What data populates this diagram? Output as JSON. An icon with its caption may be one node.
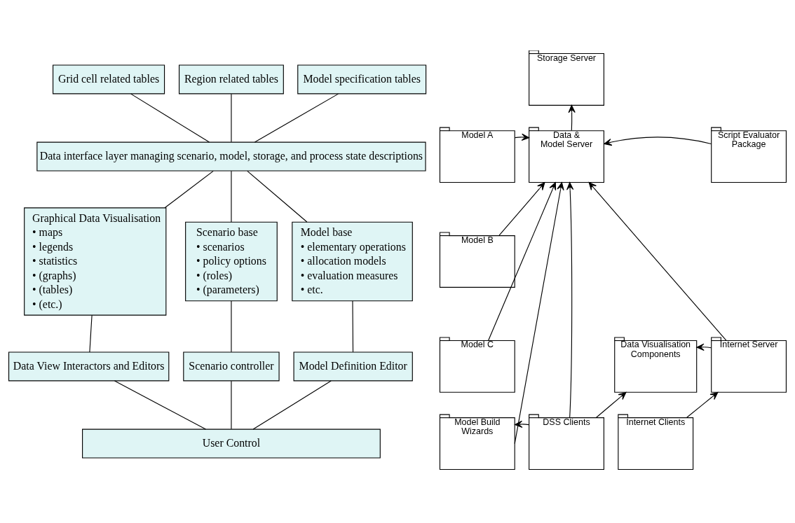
{
  "diagram": {
    "nodes": [
      {
        "text": [
          "Grid cell related tables"
        ]
      },
      {
        "text": [
          "Region related tables"
        ]
      },
      {
        "text": [
          "Model specification tables"
        ]
      },
      {
        "text": [
          "Data interface layer managing scenario, model, storage, and process state descriptions"
        ]
      },
      {
        "text": [
          "Graphical Data Visualisation",
          "• maps",
          "• legends",
          "• statistics",
          "• (graphs)",
          "• (tables)",
          "• (etc.)"
        ]
      },
      {
        "text": [
          "Scenario base",
          "• scenarios",
          "• policy options",
          "• (roles)",
          "• (parameters)"
        ]
      },
      {
        "text": [
          "Model base",
          "• elementary operations",
          "• allocation models",
          "• evaluation measures",
          "• etc."
        ]
      },
      {
        "text": [
          "Data View Interactors and Editors"
        ]
      },
      {
        "text": [
          "Scenario controller"
        ]
      },
      {
        "text": [
          "Model Definition Editor"
        ]
      },
      {
        "text": [
          "User Control"
        ]
      },
      {
        "text": [
          "Storage Server"
        ]
      },
      {
        "text": [
          "Model A"
        ]
      },
      {
        "text": [
          "Data & Model Server"
        ]
      },
      {
        "text": [
          "Script Evaluator Package"
        ]
      },
      {
        "text": [
          "Model B"
        ]
      },
      {
        "text": [
          "Model C"
        ]
      },
      {
        "text": [
          "Data Visualisation Components"
        ]
      },
      {
        "text": [
          "Internet Server"
        ]
      },
      {
        "text": [
          "Model Build Wizards"
        ]
      },
      {
        "text": [
          "DSS Clients"
        ]
      },
      {
        "text": [
          "Internet Clients"
        ]
      }
    ],
    "edges": [
      {
        "from": 0,
        "to": 3,
        "arrow": "none"
      },
      {
        "from": 1,
        "to": 3,
        "arrow": "none"
      },
      {
        "from": 2,
        "to": 3,
        "arrow": "none"
      },
      {
        "from": 3,
        "to": 4,
        "arrow": "none"
      },
      {
        "from": 3,
        "to": 5,
        "arrow": "none"
      },
      {
        "from": 3,
        "to": 6,
        "arrow": "none"
      },
      {
        "from": 4,
        "to": 7,
        "arrow": "none"
      },
      {
        "from": 5,
        "to": 8,
        "arrow": "none"
      },
      {
        "from": 6,
        "to": 9,
        "arrow": "none"
      },
      {
        "from": 7,
        "to": 10,
        "arrow": "none"
      },
      {
        "from": 8,
        "to": 10,
        "arrow": "none"
      },
      {
        "from": 9,
        "to": 10,
        "arrow": "none"
      },
      {
        "from": 13,
        "to": 11,
        "arrow": "to"
      },
      {
        "from": 12,
        "to": 13,
        "arrow": "to"
      },
      {
        "from": 14,
        "to": 13,
        "arrow": "to"
      },
      {
        "from": 15,
        "to": 13,
        "arrow": "to"
      },
      {
        "from": 16,
        "to": 13,
        "arrow": "to"
      },
      {
        "from": 19,
        "to": 13,
        "arrow": "to"
      },
      {
        "from": 20,
        "to": 13,
        "arrow": "to"
      },
      {
        "from": 18,
        "to": 13,
        "arrow": "to"
      },
      {
        "from": 18,
        "to": 17,
        "arrow": "to"
      },
      {
        "from": 20,
        "to": 17,
        "arrow": "to"
      },
      {
        "from": 20,
        "to": 19,
        "arrow": "to"
      },
      {
        "from": 21,
        "to": 18,
        "arrow": "to"
      }
    ]
  }
}
